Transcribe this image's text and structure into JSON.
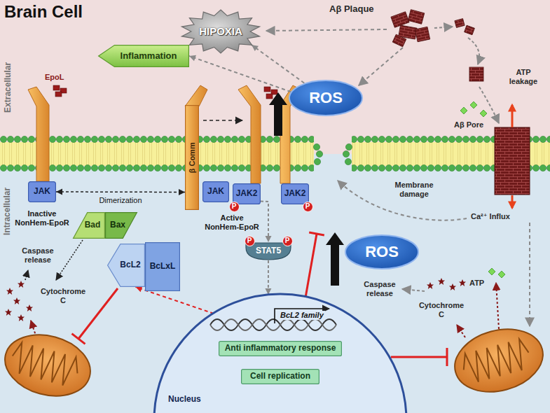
{
  "diagram": {
    "title": "Brain Cell",
    "nodes": [
      {
        "text": [
          "HIPOXIA"
        ]
      },
      {
        "text": [
          "Inflammation"
        ]
      },
      {
        "text": [
          "ROS"
        ]
      },
      {
        "text": [
          "JAK"
        ]
      },
      {
        "text": [
          "β Comm"
        ]
      },
      {
        "text": [
          "JAK"
        ]
      },
      {
        "text": [
          "JAK2"
        ]
      },
      {
        "text": [
          "P"
        ]
      },
      {
        "text": [
          "JAK2"
        ]
      },
      {
        "text": [
          "P"
        ]
      },
      {
        "text": [
          "STAT5"
        ]
      },
      {
        "text": [
          "P"
        ]
      },
      {
        "text": [
          "P"
        ]
      },
      {
        "text": [
          "ROS"
        ]
      },
      {
        "text": [
          "Bad"
        ]
      },
      {
        "text": [
          "Bax"
        ]
      },
      {
        "text": [
          "BcL2"
        ]
      },
      {
        "text": [
          "BcLxL"
        ]
      },
      {
        "text": [
          "Nucleus"
        ]
      },
      {
        "text": [
          "Anti inflammatory response"
        ],
        "in": 18
      },
      {
        "text": [
          "Cell replication"
        ],
        "in": 18
      }
    ],
    "edges": [
      {
        "from": 2,
        "to": 0,
        "arrow": "to"
      },
      {
        "from": 2,
        "to": 1,
        "arrow": "to"
      },
      {
        "from": 3,
        "to": 4,
        "label": "Dimerization",
        "arrow": "both"
      },
      {
        "from": 6,
        "to": 10,
        "arrow": "to"
      },
      {
        "from": 10,
        "to": 18,
        "arrow": "to"
      },
      {
        "from": 18,
        "to": 16,
        "arrow": "to"
      }
    ],
    "labels": [
      "Extracellular",
      "Intracellular",
      "Aβ Plaque",
      "ATP leakage",
      "EpoL",
      "Aβ Pore",
      "Inactive NonHem-EpoR",
      "Active NonHem-EpoR",
      "Membrane damage",
      "Ca²⁺ Influx",
      "Caspase release",
      "Caspase release",
      "Cytochrome C",
      "Cytochrome C",
      "ATP",
      "BcL2 family"
    ]
  }
}
